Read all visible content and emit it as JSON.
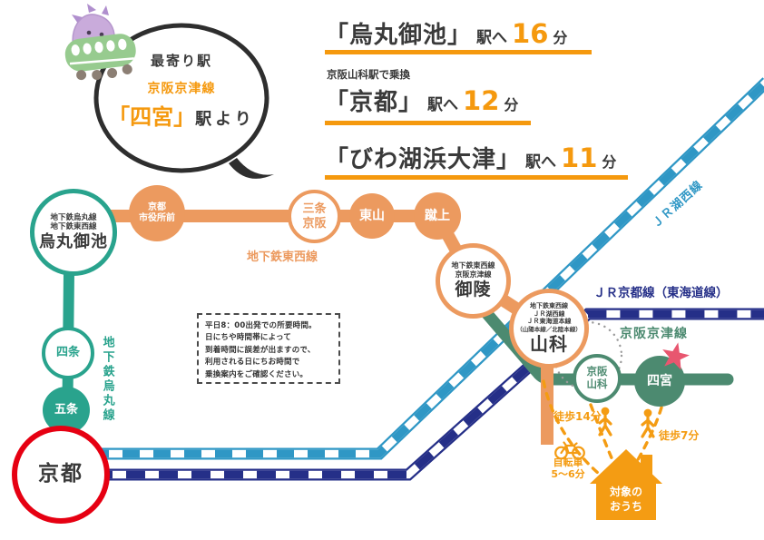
{
  "bubble": {
    "nearest": "最寄り駅",
    "line": "京阪京津線",
    "station": "「四宮」",
    "suffix": "駅より"
  },
  "destinations": [
    {
      "station": "「烏丸御池」",
      "to": "駅へ",
      "minutes": "16",
      "unit": "分"
    },
    {
      "note": "京阪山科駅で乗換",
      "station": "「京都」",
      "to": "駅へ",
      "minutes": "12",
      "unit": "分"
    },
    {
      "station": "「びわ湖浜大津」",
      "to": "駅へ",
      "minutes": "11",
      "unit": "分"
    }
  ],
  "line_labels": {
    "tozai": "地下鉄東西線",
    "karasuma": "地下鉄烏丸線",
    "kosei": "ＪＲ湖西線",
    "kyoto_tokaido": "ＪＲ京都線（東海道線）",
    "keishin": "京阪京津線"
  },
  "stations": {
    "karasuma_oike": {
      "sub1": "地下鉄烏丸線",
      "sub2": "地下鉄東西線",
      "name": "烏丸御池"
    },
    "shiyakushomae": {
      "name1": "京都",
      "name2": "市役所前"
    },
    "sanjo_keihan": {
      "name1": "三条",
      "name2": "京阪"
    },
    "higashiyama": {
      "name": "東山"
    },
    "keage": {
      "name": "蹴上"
    },
    "misasagi": {
      "sub1": "地下鉄東西線",
      "sub2": "京阪京津線",
      "name": "御陵"
    },
    "yamashina": {
      "sub1": "地下鉄東西線",
      "sub2": "ＪＲ湖西線",
      "sub3": "ＪＲ東海道本線",
      "sub4": "（山陽本線／北陸本線）",
      "name": "山科"
    },
    "keihan_yamashina": {
      "name1": "京阪",
      "name2": "山科"
    },
    "shinomiya": {
      "name": "四宮"
    },
    "shijo": {
      "name": "四条"
    },
    "gojo": {
      "name": "五条"
    },
    "kyoto": {
      "name": "京都"
    }
  },
  "note_box": {
    "line1": "平日8：00出発での所要時間。",
    "line2": "日にちや時間帯によって",
    "line3": "到着時間に誤差が出ますので、",
    "line4": "利用される日にちお時間で",
    "line5": "乗換案内をご確認ください。"
  },
  "access": {
    "walk14": "徒歩14分",
    "walk7": "徒歩7分",
    "bicycle": "自転車",
    "bike_time": "5〜6分",
    "house_line1": "対象の",
    "house_line2": "おうち"
  },
  "colors": {
    "accent_orange": "#F5990E",
    "line_orange": "#EC9A5F",
    "karasuma_teal": "#29A38D",
    "keihan_green": "#4C8A70",
    "jr_lightblue": "#2F97C5",
    "jr_navy": "#252F88",
    "kyoto_red": "#E60012",
    "star_pink": "#E8566F",
    "text_dark": "#3A3A3A"
  }
}
